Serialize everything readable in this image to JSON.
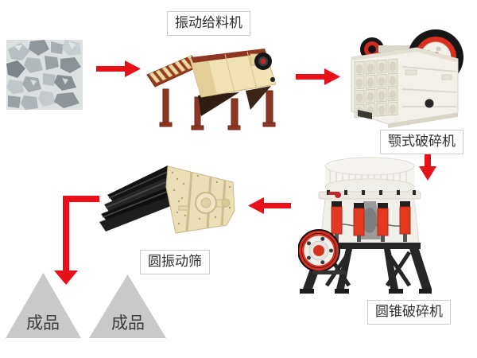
{
  "diagram": {
    "type": "process-flow",
    "labels": {
      "vibrating_feeder": "振动给料机",
      "jaw_crusher": "颚式破碎机",
      "cone_crusher": "圆锥破碎机",
      "vibrating_screen": "圆振动筛",
      "finished_product_left": "成品",
      "finished_product_right": "成品"
    },
    "flow": [
      {
        "from": "raw-material",
        "to": "vibrating-feeder"
      },
      {
        "from": "vibrating-feeder",
        "to": "jaw-crusher"
      },
      {
        "from": "jaw-crusher",
        "to": "cone-crusher"
      },
      {
        "from": "cone-crusher",
        "to": "vibrating-screen"
      },
      {
        "from": "vibrating-screen",
        "to": "finished-product"
      }
    ],
    "icons": {
      "arrow_right": "solid red right arrow",
      "arrow_down": "solid red down arrow",
      "arrow_left": "solid red left arrow",
      "arrow_elbow_down": "solid red elbow arrow (left then down)"
    },
    "colors": {
      "arrow_red": "#e8111a",
      "label_border": "#cccccc",
      "label_text": "#2f2f2f",
      "triangle_gray": "#c9c9c9",
      "triangle_text": "#3c3c3c",
      "feeder_red": "#9a3a20",
      "feeder_cream": "#f0e2b2",
      "machine_white": "#f2f0e9",
      "flywheel_red": "#d93020",
      "screen_black": "#161616",
      "screen_beige": "#eadfb6",
      "background": "#ffffff"
    }
  }
}
